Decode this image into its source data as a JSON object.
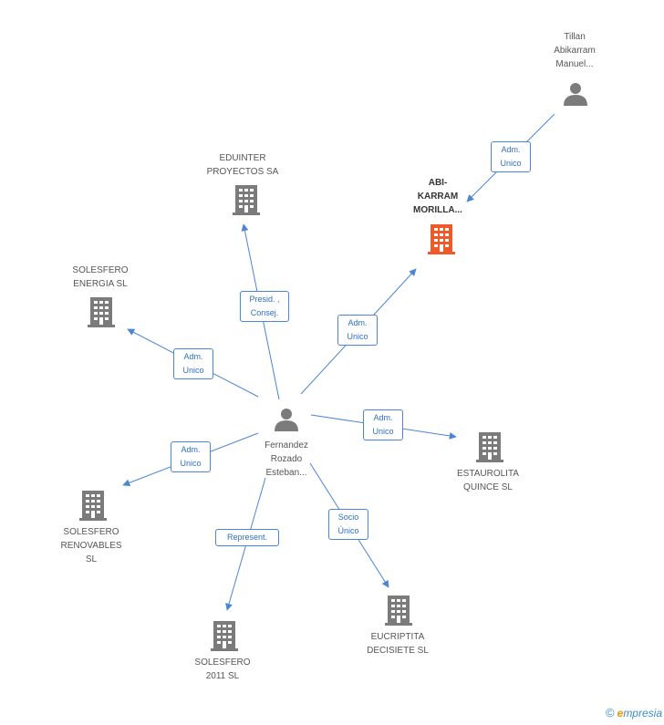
{
  "nodes": [
    {
      "id": "center",
      "label": "Fernandez\nRozado\nEsteban...",
      "kind": "person",
      "highlight": false
    },
    {
      "id": "tillan",
      "label": "Tillan\nAbikarram\nManuel...",
      "kind": "person",
      "highlight": false
    },
    {
      "id": "abi",
      "label": "ABI-\nKARRAM\nMORILLA...",
      "kind": "company",
      "highlight": true
    },
    {
      "id": "eduinter",
      "label": "EDUINTER\nPROYECTOS SA",
      "kind": "company",
      "highlight": false
    },
    {
      "id": "solenergia",
      "label": "SOLESFERO\nENERGIA  SL",
      "kind": "company",
      "highlight": false
    },
    {
      "id": "estaurolita",
      "label": "ESTAUROLITA\nQUINCE SL",
      "kind": "company",
      "highlight": false
    },
    {
      "id": "renovables",
      "label": "SOLESFERO\nRENOVABLES\nSL",
      "kind": "company",
      "highlight": false
    },
    {
      "id": "sol2011",
      "label": "SOLESFERO\n2011 SL",
      "kind": "company",
      "highlight": false
    },
    {
      "id": "eucriptita",
      "label": "EUCRIPTITA\nDECISIETE SL",
      "kind": "company",
      "highlight": false
    }
  ],
  "edges": [
    {
      "from": "tillan",
      "to": "abi",
      "label": "Adm.\nUnico"
    },
    {
      "from": "center",
      "to": "abi",
      "label": "Adm.\nUnico"
    },
    {
      "from": "center",
      "to": "eduinter",
      "label": "Presid. ,\nConsej."
    },
    {
      "from": "center",
      "to": "solenergia",
      "label": "Adm.\nUnico"
    },
    {
      "from": "center",
      "to": "estaurolita",
      "label": "Adm.\nUnico"
    },
    {
      "from": "center",
      "to": "renovables",
      "label": "Adm.\nUnico"
    },
    {
      "from": "center",
      "to": "sol2011",
      "label": "Represent."
    },
    {
      "from": "center",
      "to": "eucriptita",
      "label": "Socio\nÚnico"
    }
  ],
  "colors": {
    "edge": "#4a86d4",
    "icon": "#7b7b7b",
    "highlight": "#f05a28"
  },
  "brand": {
    "copyright": "©",
    "first_letter": "e",
    "rest": "mpresia"
  }
}
